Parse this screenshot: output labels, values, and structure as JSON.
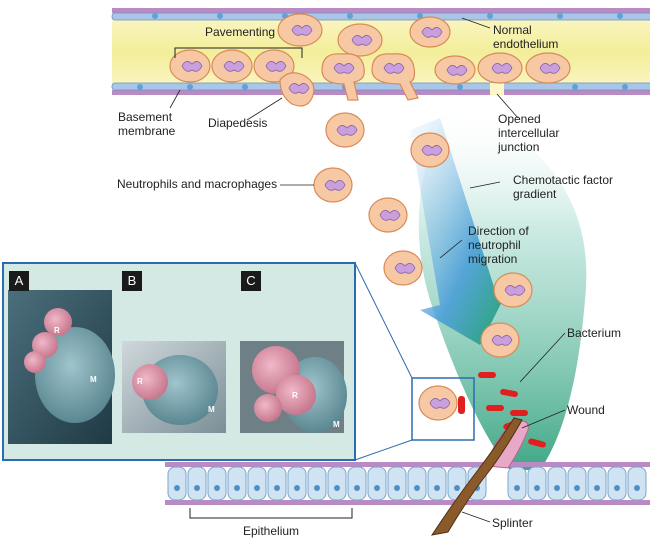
{
  "labels": {
    "pavementing": "Pavementing",
    "normal_endothelium_1": "Normal",
    "normal_endothelium_2": "endothelium",
    "basement_membrane_1": "Basement",
    "basement_membrane_2": "membrane",
    "diapedesis": "Diapedesis",
    "opened_junction_1": "Opened",
    "opened_junction_2": "intercellular",
    "opened_junction_3": "junction",
    "neutrophils_macrophages": "Neutrophils and macrophages",
    "chemotactic_1": "Chemotactic factor",
    "chemotactic_2": "gradient",
    "direction_1": "Direction of",
    "direction_2": "neutrophil",
    "direction_3": "migration",
    "bacterium": "Bacterium",
    "wound": "Wound",
    "epithelium": "Epithelium",
    "splinter": "Splinter"
  },
  "inset": {
    "panels": [
      {
        "letter": "A",
        "r_label": "R",
        "m_label": "M"
      },
      {
        "letter": "B",
        "r_label": "R",
        "m_label": "M"
      },
      {
        "letter": "C",
        "r_label": "R",
        "m_label": "M"
      }
    ]
  },
  "colors": {
    "vessel_fill": "#f5f0a8",
    "endothelium": "#a9c6e8",
    "membrane": "#b98ac4",
    "cell_body": "#f6c9a4",
    "cell_outline": "#d98a55",
    "nucleus": "#c9a0dc",
    "gradient": "#3aa888",
    "bacteria": "#e02020",
    "inset_frame": "#2b6cb0",
    "inset_bg": "#d4e8e4",
    "splinter": "#8a5a2a",
    "wound": "#e8a8c8"
  }
}
